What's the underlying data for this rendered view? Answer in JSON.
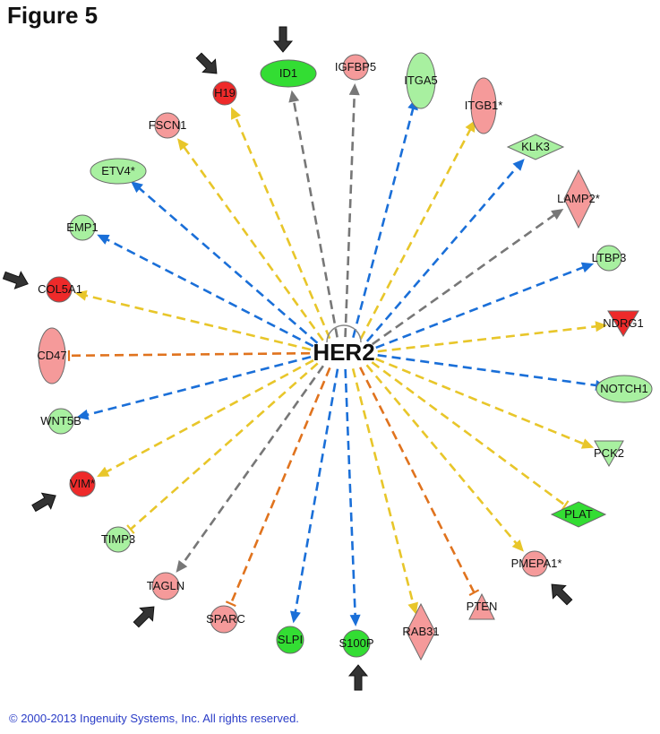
{
  "figure_title": "Figure 5",
  "copyright": "© 2000-2013 Ingenuity Systems, Inc. All rights reserved.",
  "hub": {
    "label": "HER2"
  },
  "colors": {
    "blue": "#1a6fd8",
    "yellow": "#e8c62a",
    "gray": "#777777",
    "orange": "#e0731e",
    "red_strong": "#ee2a2a",
    "red_light": "#f59a9a",
    "green_strong": "#33dd33",
    "green_light": "#a8f0a0",
    "arrow_mark": "#333333"
  },
  "nodes": [
    {
      "id": "ID1",
      "label": "ID1",
      "shape": "ellipse-wide",
      "fill": "green_strong",
      "edge": "gray",
      "end": "arrow",
      "marked": true
    },
    {
      "id": "IGFBP5",
      "label": "IGFBP5",
      "shape": "circle",
      "fill": "red_light",
      "edge": "gray",
      "end": "arrow",
      "marked": false
    },
    {
      "id": "ITGA5",
      "label": "ITGA5",
      "shape": "ellipse-tall",
      "fill": "green_light",
      "edge": "blue",
      "end": "arrow",
      "marked": false
    },
    {
      "id": "ITGB1",
      "label": "ITGB1*",
      "shape": "ellipse-tall",
      "fill": "red_light",
      "edge": "yellow",
      "end": "arrow",
      "marked": false
    },
    {
      "id": "KLK3",
      "label": "KLK3",
      "shape": "diamond-wide",
      "fill": "green_light",
      "edge": "blue",
      "end": "arrow",
      "marked": false
    },
    {
      "id": "LAMP2",
      "label": "LAMP2*",
      "shape": "diamond-tall",
      "fill": "red_light",
      "edge": "gray",
      "end": "arrow",
      "marked": false
    },
    {
      "id": "LTBP3",
      "label": "LTBP3",
      "shape": "circle",
      "fill": "green_light",
      "edge": "blue",
      "end": "arrow",
      "marked": false
    },
    {
      "id": "NDRG1",
      "label": "NDRG1",
      "shape": "triangle-down",
      "fill": "red_strong",
      "edge": "yellow",
      "end": "arrow",
      "marked": false
    },
    {
      "id": "NOTCH1",
      "label": "NOTCH1",
      "shape": "ellipse-wide",
      "fill": "green_light",
      "edge": "blue",
      "end": "arrow",
      "marked": false
    },
    {
      "id": "PCK2",
      "label": "PCK2",
      "shape": "triangle-down",
      "fill": "green_light",
      "edge": "yellow",
      "end": "arrow",
      "marked": false
    },
    {
      "id": "PLAT",
      "label": "PLAT",
      "shape": "diamond-wide",
      "fill": "green_strong",
      "edge": "yellow",
      "end": "bar",
      "marked": false
    },
    {
      "id": "PMEPA1",
      "label": "PMEPA1*",
      "shape": "circle",
      "fill": "red_light",
      "edge": "yellow",
      "end": "arrow",
      "marked": true
    },
    {
      "id": "PTEN",
      "label": "PTEN",
      "shape": "triangle-up",
      "fill": "red_light",
      "edge": "orange",
      "end": "bar",
      "marked": false
    },
    {
      "id": "RAB31",
      "label": "RAB31",
      "shape": "diamond-tall",
      "fill": "red_light",
      "edge": "yellow",
      "end": "arrow",
      "marked": false
    },
    {
      "id": "S100P",
      "label": "S100P",
      "shape": "circle",
      "fill": "green_strong",
      "edge": "blue",
      "end": "arrow",
      "marked": true
    },
    {
      "id": "SLPI",
      "label": "SLPI",
      "shape": "circle",
      "fill": "green_strong",
      "edge": "blue",
      "end": "arrow",
      "marked": false
    },
    {
      "id": "SPARC",
      "label": "SPARC",
      "shape": "circle",
      "fill": "red_light",
      "edge": "orange",
      "end": "bar",
      "marked": false
    },
    {
      "id": "TAGLN",
      "label": "TAGLN",
      "shape": "circle",
      "fill": "red_light",
      "edge": "gray",
      "end": "arrow",
      "marked": true
    },
    {
      "id": "TIMP3",
      "label": "TIMP3",
      "shape": "circle",
      "fill": "green_light",
      "edge": "yellow",
      "end": "bar",
      "marked": false
    },
    {
      "id": "VIM",
      "label": "VIM*",
      "shape": "circle",
      "fill": "red_strong",
      "edge": "yellow",
      "end": "arrow",
      "marked": true
    },
    {
      "id": "WNT5B",
      "label": "WNT5B",
      "shape": "circle",
      "fill": "green_light",
      "edge": "blue",
      "end": "arrow",
      "marked": false
    },
    {
      "id": "CD47",
      "label": "CD47",
      "shape": "ellipse-tall",
      "fill": "red_light",
      "edge": "orange",
      "end": "bar",
      "marked": false
    },
    {
      "id": "COL5A1",
      "label": "COL5A1",
      "shape": "circle",
      "fill": "red_strong",
      "edge": "yellow",
      "end": "arrow",
      "marked": true
    },
    {
      "id": "EMP1",
      "label": "EMP1",
      "shape": "circle",
      "fill": "green_light",
      "edge": "blue",
      "end": "arrow",
      "marked": false
    },
    {
      "id": "ETV4",
      "label": "ETV4*",
      "shape": "ellipse-wide",
      "fill": "green_light",
      "edge": "blue",
      "end": "arrow",
      "marked": false
    },
    {
      "id": "FSCN1",
      "label": "FSCN1",
      "shape": "circle",
      "fill": "red_light",
      "edge": "yellow",
      "end": "arrow",
      "marked": false
    },
    {
      "id": "H19",
      "label": "H19",
      "shape": "circle",
      "fill": "red_strong",
      "edge": "yellow",
      "end": "arrow",
      "marked": true
    }
  ]
}
